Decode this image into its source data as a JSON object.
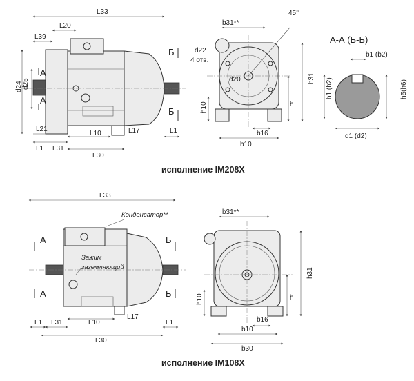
{
  "top_view": {
    "caption": "исполнение IM208X",
    "side_dims": {
      "L33": "L33",
      "L20": "L20",
      "L39": "L39",
      "d24": "d24",
      "d25": "d25",
      "A_top": "А",
      "A_bottom": "А",
      "B_top": "Б",
      "B_bottom": "Б",
      "L21": "L21",
      "L1_left": "L1",
      "L31": "L31",
      "L10": "L10",
      "L17": "L17",
      "L1_right": "L1",
      "L30": "L30"
    },
    "front_dims": {
      "b31": "b31**",
      "angle": "45°",
      "d22": "d22",
      "holes": "4 отв.",
      "d20": "d20",
      "h31": "h31",
      "h10": "h10",
      "h": "h",
      "b16": "b16",
      "b10": "b10"
    },
    "section": {
      "title": "А-А (Б-Б)",
      "b1": "b1 (b2)",
      "h1": "h1 (h2)",
      "h5": "h5(h6)",
      "d1": "d1 (d2)"
    }
  },
  "bottom_view": {
    "caption": "исполнение IM108X",
    "side_dims": {
      "L33": "L33",
      "capacitor": "Конденсатор**",
      "clamp_line1": "Зажим",
      "clamp_line2": "заземляющий",
      "A_top": "А",
      "A_bottom": "А",
      "B_top": "Б",
      "B_bottom": "Б",
      "L1_left": "L1",
      "L31": "L31",
      "L10": "L10",
      "L17": "L17",
      "L1_right": "L1",
      "L30": "L30"
    },
    "front_dims": {
      "b31": "b31**",
      "h31": "h31",
      "h10": "h10",
      "h": "h",
      "b16": "b16",
      "b10": "b10",
      "b30": "b30"
    }
  }
}
